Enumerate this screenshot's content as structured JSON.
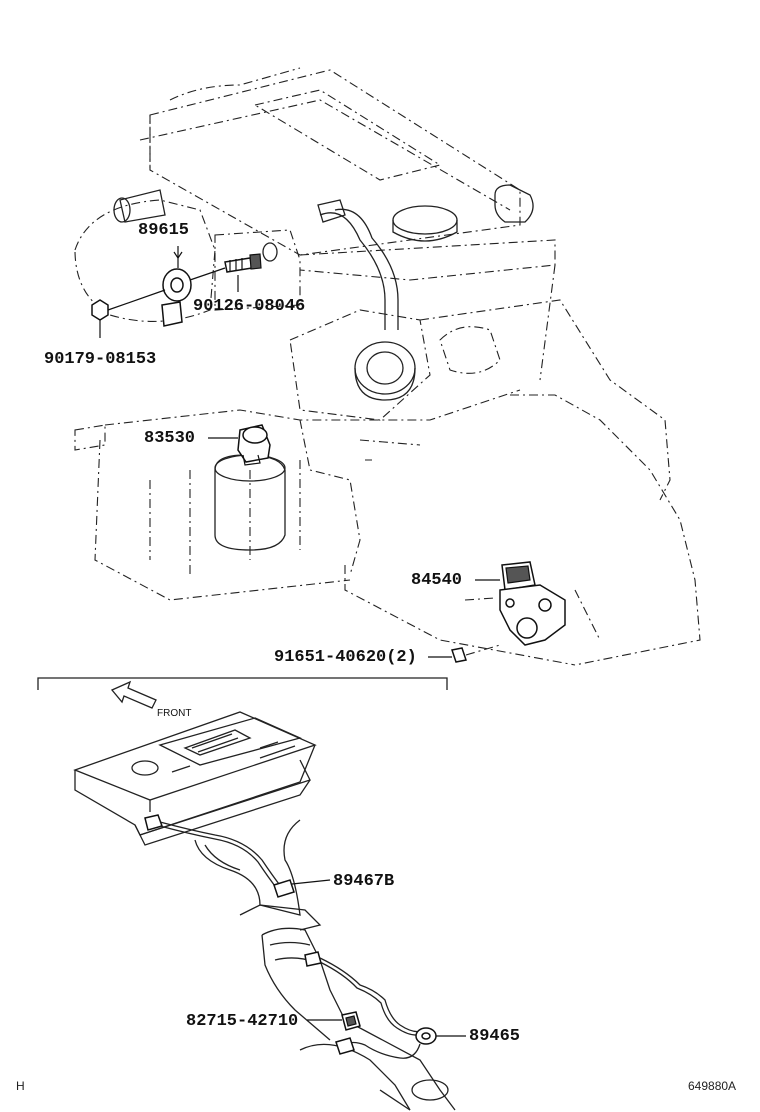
{
  "parts": {
    "p89615": "89615",
    "p90126": "90126-08046",
    "p90179": "90179-08153",
    "p83530": "83530",
    "p84540": "84540",
    "p91651": "91651-40620(2)",
    "p89467B": "89467B",
    "p82715": "82715-42710",
    "p89465": "89465"
  },
  "annotations": {
    "front": "FRONT",
    "corner_left": "H",
    "diagram_code": "649880A"
  }
}
